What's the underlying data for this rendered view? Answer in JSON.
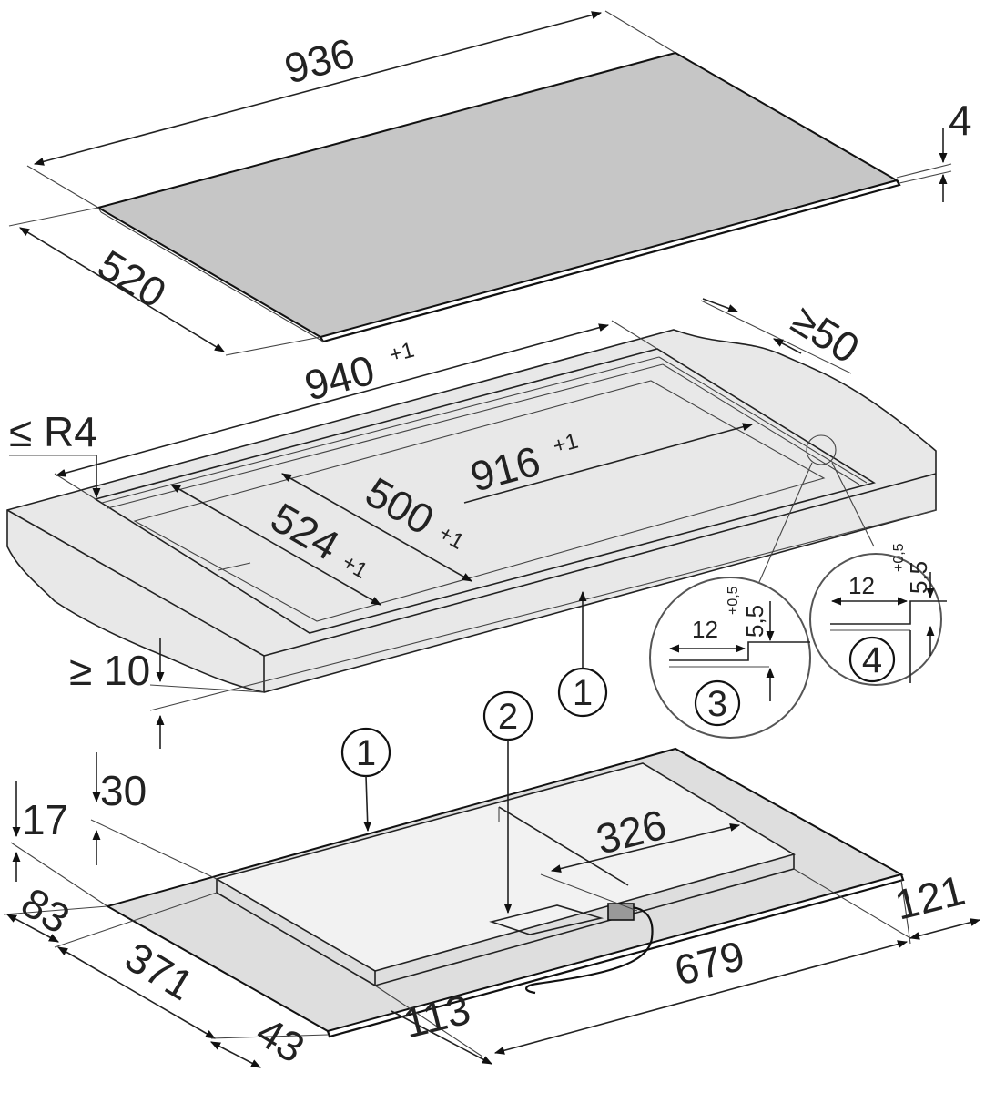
{
  "dimensions": {
    "top_width": "936",
    "top_depth": "520",
    "thickness": "4",
    "cutout_width": "940",
    "cutout_width_tol": "+1",
    "edge_distance": "≥50",
    "corner_radius": "≤ R4",
    "inner_width": "916",
    "inner_width_tol": "+1",
    "inner_depth": "500",
    "inner_depth_tol": "+1",
    "cutout_depth": "524",
    "cutout_depth_tol": "+1",
    "worktop_min": "≥ 10",
    "h30": "30",
    "h17": "17",
    "d83": "83",
    "d371": "371",
    "d43": "43",
    "d113": "113",
    "d679": "679",
    "d121": "121",
    "d326": "326",
    "detail_12a": "12",
    "detail_55a": "5,5",
    "detail_tol_a": "+0,5",
    "detail_12b": "12",
    "detail_55b": "5,5",
    "detail_tol_b": "+0,5"
  },
  "callouts": {
    "c1_top": "1",
    "c1_bottom": "1",
    "c2": "2",
    "c3": "3",
    "c4": "4"
  }
}
